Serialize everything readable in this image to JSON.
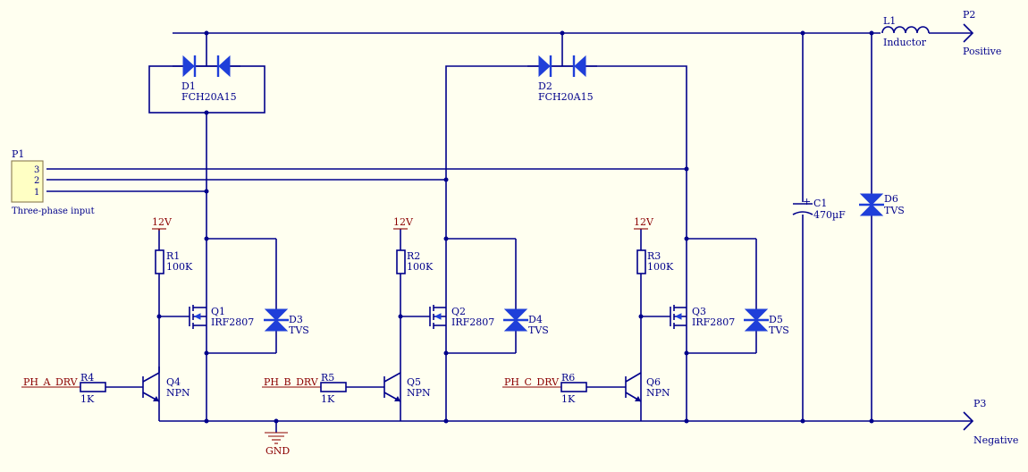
{
  "colors": {
    "wire": "#00008b",
    "net_label": "#8b0000",
    "diode_fill": "#1f3fd9",
    "connector_fill": "#ffffc4",
    "background": "#fffff0"
  },
  "connector": {
    "ref": "P1",
    "pins": [
      "3",
      "2",
      "1"
    ],
    "label": "Three-phase input"
  },
  "diodes": [
    {
      "ref": "D1",
      "value": "FCH20A15"
    },
    {
      "ref": "D2",
      "value": "FCH20A15"
    }
  ],
  "tvs": [
    {
      "ref": "D3",
      "value": "TVS"
    },
    {
      "ref": "D4",
      "value": "TVS"
    },
    {
      "ref": "D5",
      "value": "TVS"
    },
    {
      "ref": "D6",
      "value": "TVS"
    }
  ],
  "mosfets": [
    {
      "ref": "Q1",
      "value": "IRF2807"
    },
    {
      "ref": "Q2",
      "value": "IRF2807"
    },
    {
      "ref": "Q3",
      "value": "IRF2807"
    }
  ],
  "npn": [
    {
      "ref": "Q4",
      "value": "NPN"
    },
    {
      "ref": "Q5",
      "value": "NPN"
    },
    {
      "ref": "Q6",
      "value": "NPN"
    }
  ],
  "pullups": [
    {
      "ref": "R1",
      "value": "100K"
    },
    {
      "ref": "R2",
      "value": "100K"
    },
    {
      "ref": "R3",
      "value": "100K"
    }
  ],
  "base_resistors": [
    {
      "ref": "R4",
      "value": "1K"
    },
    {
      "ref": "R5",
      "value": "1K"
    },
    {
      "ref": "R6",
      "value": "1K"
    }
  ],
  "supply_label": "12V",
  "drive_nets": [
    "PH_A_DRV",
    "PH_B_DRV",
    "PH_C_DRV"
  ],
  "capacitor": {
    "ref": "C1",
    "value": "470µF",
    "polarity": "+"
  },
  "inductor": {
    "ref": "L1",
    "value": "Inductor"
  },
  "ports": [
    {
      "ref": "P2",
      "name": "Positive"
    },
    {
      "ref": "P3",
      "name": "Negative"
    }
  ],
  "ground_label": "GND"
}
